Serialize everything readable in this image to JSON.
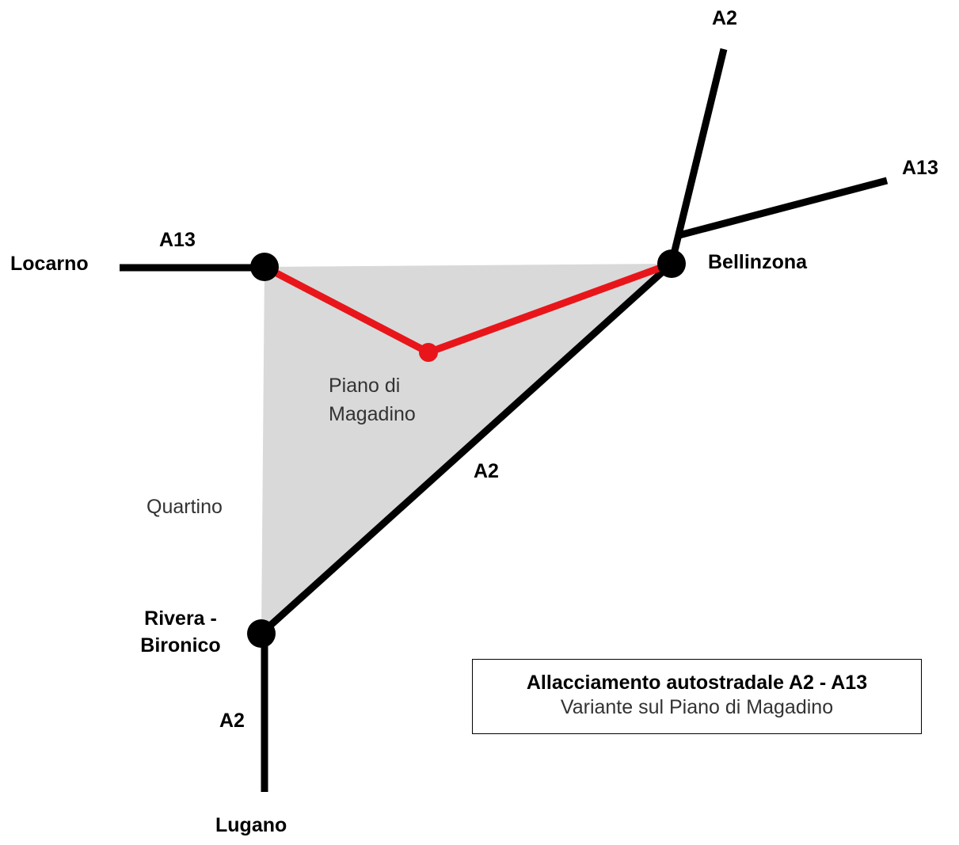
{
  "colors": {
    "area_fill": "#d9d9d9",
    "motorway": "#000000",
    "variant": "#e8161a",
    "node": "#000000"
  },
  "labels": {
    "a2_north": "A2",
    "a13_east": "A13",
    "a13_west": "A13",
    "locarno": "Locarno",
    "bellinzona": "Bellinzona",
    "piano_line1": "Piano di",
    "piano_line2": "Magadino",
    "a2_diagonal": "A2",
    "quartino": "Quartino",
    "rivera_line1": "Rivera -",
    "rivera_line2": "Bironico",
    "a2_south": "A2",
    "lugano": "Lugano"
  },
  "legend": {
    "title": "Allacciamento autostradale A2 - A13",
    "subtitle": "Variante sul Piano di Magadino"
  }
}
